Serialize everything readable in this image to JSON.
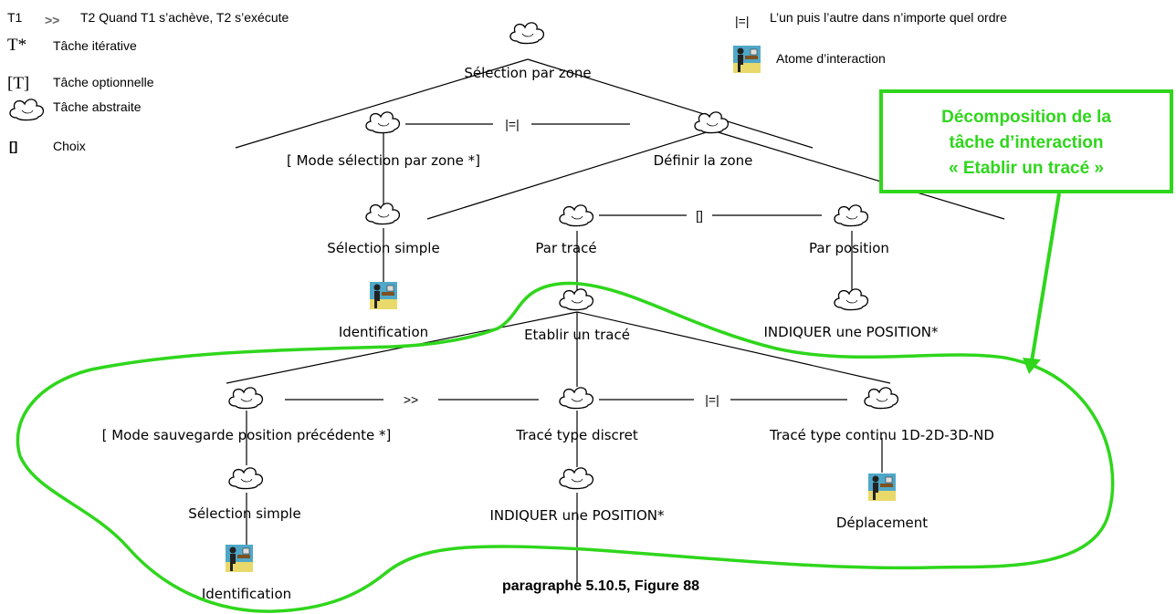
{
  "legend": {
    "seq": {
      "t1": "T1",
      "op": ">>",
      "desc": "T2  Quand T1 s’achève, T2 s’exécute"
    },
    "iter": {
      "sym": "T*",
      "desc": "Tâche itérative"
    },
    "opt": {
      "sym": "[T]",
      "desc": "Tâche optionnelle"
    },
    "abstract": {
      "desc": "Tâche abstraite"
    },
    "choice": {
      "sym": "[]",
      "desc": "Choix"
    },
    "order": {
      "sym": "|=|",
      "desc": "L’un puis l’autre dans n’importe quel ordre"
    },
    "atom": {
      "desc": "Atome d’interaction"
    }
  },
  "nodes": {
    "root": "Sélection par zone",
    "mode_sel": "[ Mode sélection par zone *]",
    "def_zone": "Définir la zone",
    "sel_simple_1": "Sélection simple",
    "ident_1": "Identification",
    "par_trace": "Par tracé",
    "par_position": "Par position",
    "indiquer_pos_1": "INDIQUER une POSITION*",
    "etablir": "Etablir un tracé",
    "mode_sauv": "[ Mode sauvegarde position précédente *]",
    "trace_discret": "Tracé type discret",
    "trace_continu": "Tracé type continu 1D-2D-3D-ND",
    "sel_simple_2": "Sélection simple",
    "indiquer_pos_2": "INDIQUER une POSITION*",
    "deplacement": "Déplacement",
    "ident_2": "Identification"
  },
  "operators": {
    "op1": "|=|",
    "op2": "[]",
    "op3": ">>",
    "op4": "|=|"
  },
  "callout": {
    "line1": "Décomposition de la",
    "line2": "tâche d’interaction",
    "line3": "« Etablir un tracé »"
  },
  "caption": "paragraphe 5.10.5, Figure 88",
  "colors": {
    "callout": "#2fd61c",
    "lines": "#000000"
  }
}
